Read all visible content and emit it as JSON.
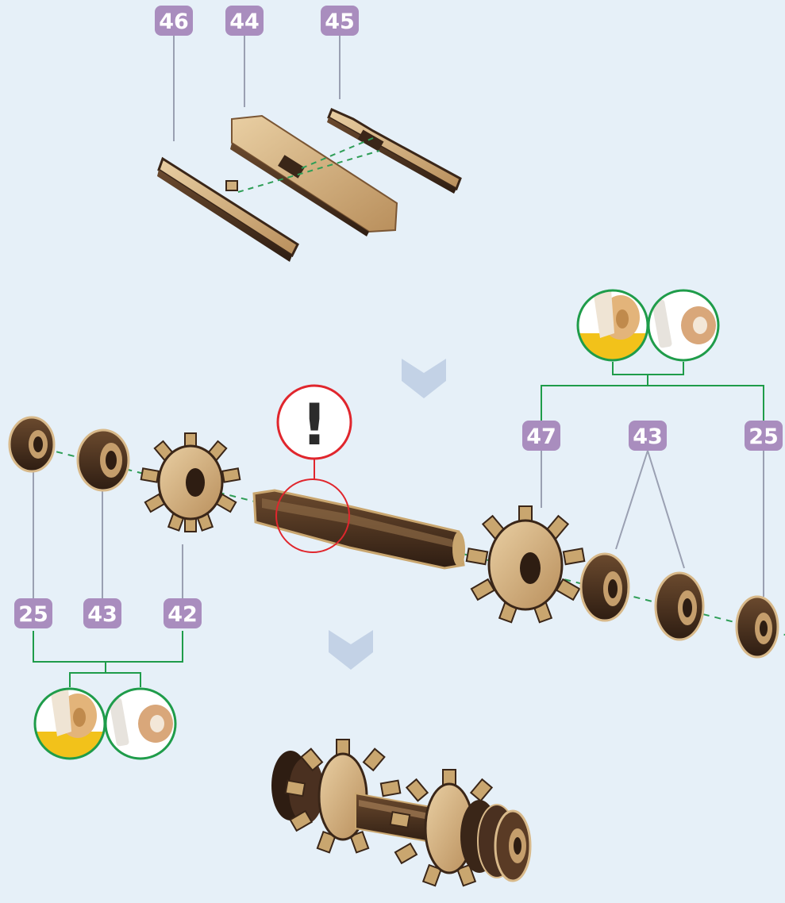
{
  "title": "",
  "colors": {
    "background": "#e6f0f8",
    "badge": "#a98dbe",
    "leader_line": "#9aa0b2",
    "green_bracket": "#1f9c4a",
    "axis_line": "#2f9e57",
    "warning": "#e0262d",
    "warning_mark": "#2b2b2b",
    "chevron": "#c3d2e6",
    "wood_light": "#d8b98a",
    "wood_dark": "#3a2618",
    "glue_yellow": "#f2c21a"
  },
  "step1": {
    "part_labels": [
      "46",
      "44",
      "45"
    ],
    "parts": [
      "46",
      "44",
      "45"
    ]
  },
  "step2": {
    "left_labels": [
      "25",
      "43",
      "42"
    ],
    "right_labels": [
      "47",
      "43",
      "25"
    ],
    "warning_symbol": "!",
    "tool_icons_left": [
      "glue-icon",
      "pencil-icon"
    ],
    "tool_icons_right": [
      "glue-icon",
      "pencil-icon"
    ]
  },
  "step3": {
    "result": "assembled-axle"
  },
  "icons": [
    "chevron-down-icon",
    "chevron-down-icon",
    "warning-icon",
    "glue-icon",
    "pencil-icon"
  ]
}
